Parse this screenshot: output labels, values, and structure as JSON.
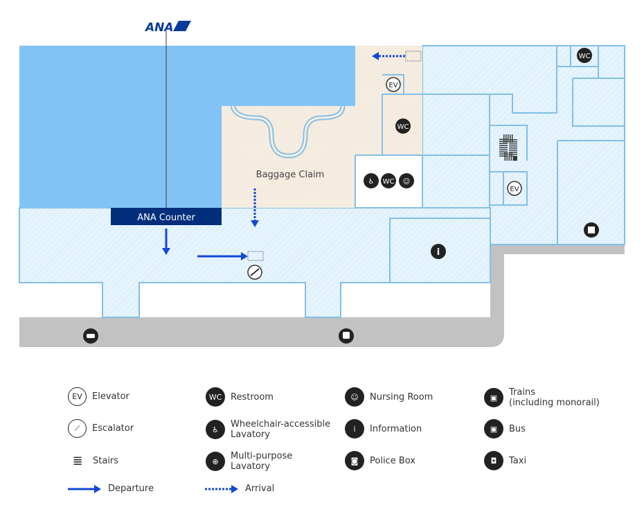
{
  "logo": "ANA",
  "map": {
    "counter_label": "ANA Counter",
    "baggage_label": "Baggage Claim",
    "ev": "EV",
    "wc": "WC",
    "info": "i"
  },
  "legend": [
    {
      "icon": "elevator-icon",
      "glyph": "EV",
      "label": "Elevator",
      "outline": true
    },
    {
      "icon": "restroom-icon",
      "glyph": "WC",
      "label": "Restroom"
    },
    {
      "icon": "nursing-room-icon",
      "glyph": "☺",
      "label": "Nursing Room"
    },
    {
      "icon": "trains-icon",
      "glyph": "▣",
      "label": "Trains",
      "sub": "(including monorail)"
    },
    {
      "icon": "escalator-icon",
      "glyph": "⟋",
      "label": "Escalator",
      "outline": true
    },
    {
      "icon": "wheelchair-icon",
      "glyph": "♿",
      "label": "Wheelchair-accessible",
      "sub": "Lavatory"
    },
    {
      "icon": "information-icon",
      "glyph": "i",
      "label": "Information"
    },
    {
      "icon": "bus-icon",
      "glyph": "▣",
      "label": "Bus"
    },
    {
      "icon": "stairs-icon",
      "glyph": "≣",
      "label": "Stairs"
    },
    {
      "icon": "multipurpose-lavatory-icon",
      "glyph": "⊕",
      "label": "Multi-purpose",
      "sub": "Lavatory"
    },
    {
      "icon": "police-box-icon",
      "glyph": "◙",
      "label": "Police Box"
    },
    {
      "icon": "taxi-icon",
      "glyph": "◘",
      "label": "Taxi"
    }
  ],
  "legend_departure": "Departure",
  "legend_arrival": "Arrival",
  "colors": {
    "area": "#82c3f5",
    "floor": "#e6f4fd",
    "wall": "#82bfe8",
    "baggage": "#f6eee2",
    "road": "#c2c2c2",
    "arrow": "#1447d6",
    "counter": "#002e7a"
  }
}
